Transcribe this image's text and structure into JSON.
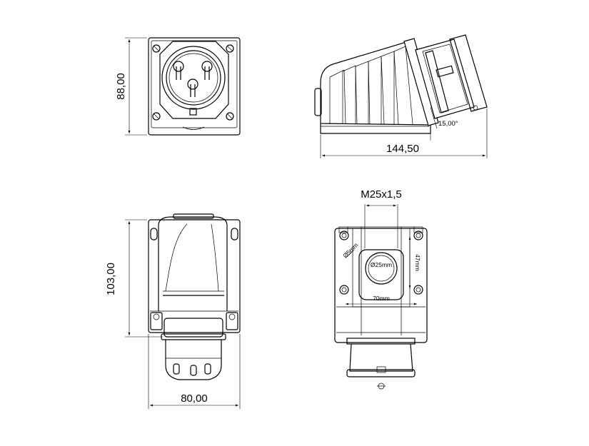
{
  "dimensions": {
    "height_front": "88,00",
    "length_side": "144,50",
    "angle": "15,00°",
    "height_lower": "103,00",
    "width_lower": "80,00",
    "thread": "M25x1,5",
    "hole_dia": "Ø5mm",
    "cable_dia": "Ø25mm",
    "vertical_spacing": "47mm",
    "horizontal_spacing": "70mm"
  }
}
